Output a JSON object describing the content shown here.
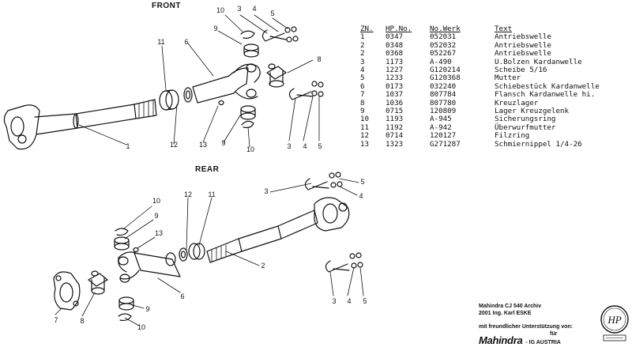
{
  "sections": {
    "front": "FRONT",
    "rear": "REAR"
  },
  "table": {
    "headers": [
      "ZN.",
      "HP.No.",
      "No.Werk",
      "Text"
    ],
    "rows": [
      [
        "1",
        "0347",
        "052031",
        "Antriebswelle"
      ],
      [
        "2",
        "0348",
        "052032",
        "Antriebswelle"
      ],
      [
        "2",
        "0368",
        "052267",
        "Antriebswelle"
      ],
      [
        "3",
        "1173",
        "A-490",
        "U.Bolzen Kardanwelle"
      ],
      [
        "4",
        "1227",
        "G120214",
        "Scheibe 5/16"
      ],
      [
        "5",
        "1233",
        "G120368",
        "Mutter"
      ],
      [
        "6",
        "0173",
        "032240",
        "Schiebestück Kardanwelle"
      ],
      [
        "7",
        "1037",
        "807784",
        "Flansch Kardanwelle hi."
      ],
      [
        "8",
        "1036",
        "807780",
        "Kreuzlager"
      ],
      [
        "9",
        "0715",
        "120809",
        "Lager Kreuzgelenk"
      ],
      [
        "10",
        "1193",
        "A-945",
        "Sicherungsring"
      ],
      [
        "11",
        "1192",
        "A-942",
        "Überwurfmutter"
      ],
      [
        "12",
        "0714",
        "120127",
        "Filzring"
      ],
      [
        "13",
        "1323",
        "G271287",
        "Schmiernippel 1/4-26"
      ]
    ]
  },
  "callouts": {
    "front": [
      "10",
      "3",
      "4",
      "5",
      "9",
      "11",
      "6",
      "8",
      "1",
      "12",
      "13",
      "9",
      "10",
      "3",
      "4",
      "5"
    ],
    "rear": [
      "3",
      "5",
      "4",
      "12",
      "11",
      "10",
      "9",
      "13",
      "2",
      "7",
      "8",
      "6",
      "9",
      "10",
      "3",
      "4",
      "5"
    ]
  },
  "footer": {
    "line1": "Mahindra CJ 540 Archiv",
    "line2": "2001 Ing. Karl ESKE",
    "line3": "mit freundlicher Unterstützung von:",
    "line4": "für",
    "brand": "Mahindra",
    "line5": "- IG AUSTRIA",
    "logo_text": "HP"
  }
}
